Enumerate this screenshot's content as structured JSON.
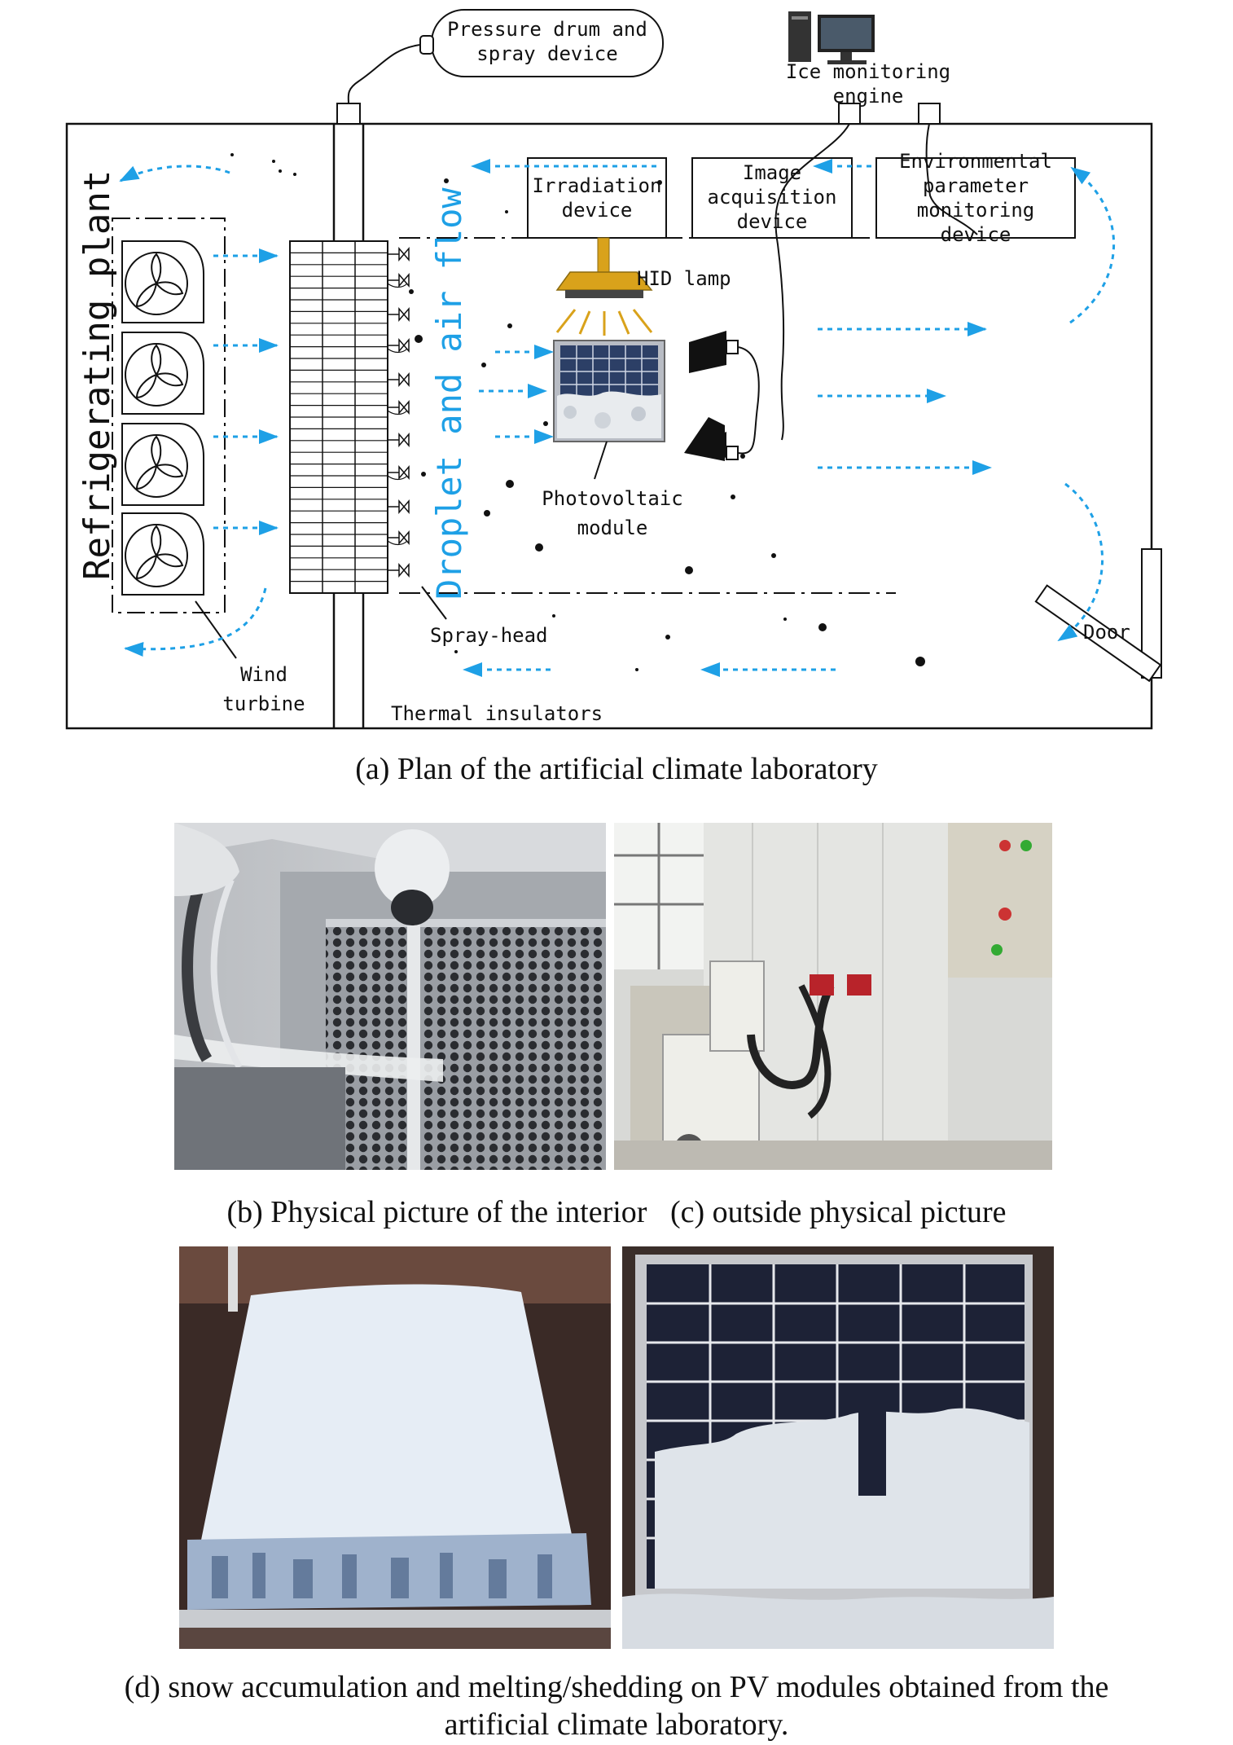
{
  "labels": {
    "pressure_drum_1": "Pressure drum and",
    "pressure_drum_2": "spray device",
    "ice_monitoring_1": "Ice monitoring",
    "ice_monitoring_2": "engine",
    "irradiation_1": "Irradiation",
    "irradiation_2": "device",
    "image_acq_1": "Image",
    "image_acq_2": "acquisition",
    "image_acq_3": "device",
    "env_param_1": "Environmental",
    "env_param_2": "parameter",
    "env_param_3": "monitoring",
    "env_param_4": "device",
    "hid_lamp": "HID lamp",
    "refrigerating_plant": "Refrigerating plant",
    "droplet_air_flow": "Droplet and air flow",
    "pv_module_1": "Photovoltaic",
    "pv_module_2": "module",
    "spray_head": "Spray-head",
    "wind_turbine_1": "Wind",
    "wind_turbine_2": "turbine",
    "thermal_insulators": "Thermal insulators",
    "door": "Door"
  },
  "captions": {
    "a": "(a) Plan of the artificial climate laboratory",
    "b": "(b) Physical picture of the interior",
    "c": "(c) outside physical picture",
    "d1": "(d) snow accumulation and melting/shedding on PV modules obtained from the",
    "d2": "artificial climate laboratory."
  },
  "colors": {
    "flow_arrow": "#1ea0e6",
    "lamp": "#d9a21b",
    "line": "#111111"
  }
}
